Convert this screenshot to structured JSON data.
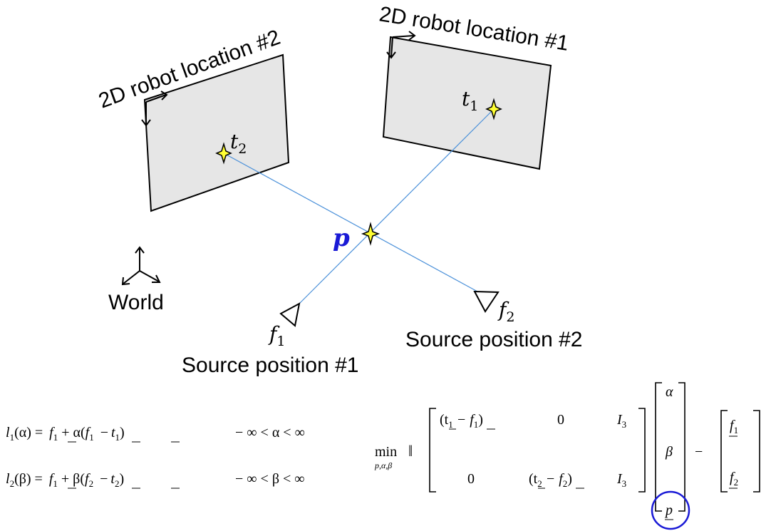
{
  "diagram": {
    "location1_label": "2D robot location #1",
    "location2_label": "2D robot location #2",
    "t1_label": "t",
    "t1_sub": "1",
    "t2_label": "t",
    "t2_sub": "2",
    "p_label": "p",
    "world_label": "World",
    "f1_label": "f",
    "f1_sub": "1",
    "f2_label": "f",
    "f2_sub": "2",
    "source1_label": "Source position #1",
    "source2_label": "Source position #2",
    "colors": {
      "plane_fill": "#e6e6e6",
      "ray": "#4a90d9",
      "star": "#ffff33",
      "p_label": "#1a1ad6",
      "highlight_circle": "#1a1ad6"
    }
  },
  "equations": {
    "line1": {
      "lhs": "l",
      "lhs_sub": "1",
      "arg": "(α) =",
      "f": "f",
      "f_sub": "1",
      "plus": "+ α(",
      "f2": "f",
      "f2_sub": "1",
      "minus": "−",
      "t": "t",
      "t_sub": "1",
      "close": ")",
      "range": "− ∞ < α < ∞"
    },
    "line2": {
      "lhs": "l",
      "lhs_sub": "2",
      "arg": "(β) =",
      "f": "f",
      "f_sub": "1",
      "plus": "+ β(",
      "f2": "f",
      "f2_sub": "2",
      "minus": "−",
      "t": "t",
      "t_sub": "2",
      "close": ")",
      "range": "− ∞ < β < ∞"
    },
    "min": {
      "op": "min",
      "sub": "p,α,β",
      "norm": "‖"
    },
    "matrix": {
      "r1c1": "(t",
      "r1c1_sub": "1",
      "r1c1_mid": " − f",
      "r1c1_sub2": "1",
      "r1c1_end": ")",
      "r1c2": "0",
      "r1c3": "I",
      "r1c3_sub": "3",
      "r2c1": "0",
      "r2c2": "(t",
      "r2c2_sub": "2",
      "r2c2_mid": " − f",
      "r2c2_sub2": "2",
      "r2c2_end": ")",
      "r2c3": "I",
      "r2c3_sub": "3"
    },
    "vector": [
      "α",
      "β",
      "p"
    ],
    "minus": "−",
    "rhs": {
      "f1": "f",
      "f1_sub": "1",
      "f2": "f",
      "f2_sub": "2"
    }
  }
}
